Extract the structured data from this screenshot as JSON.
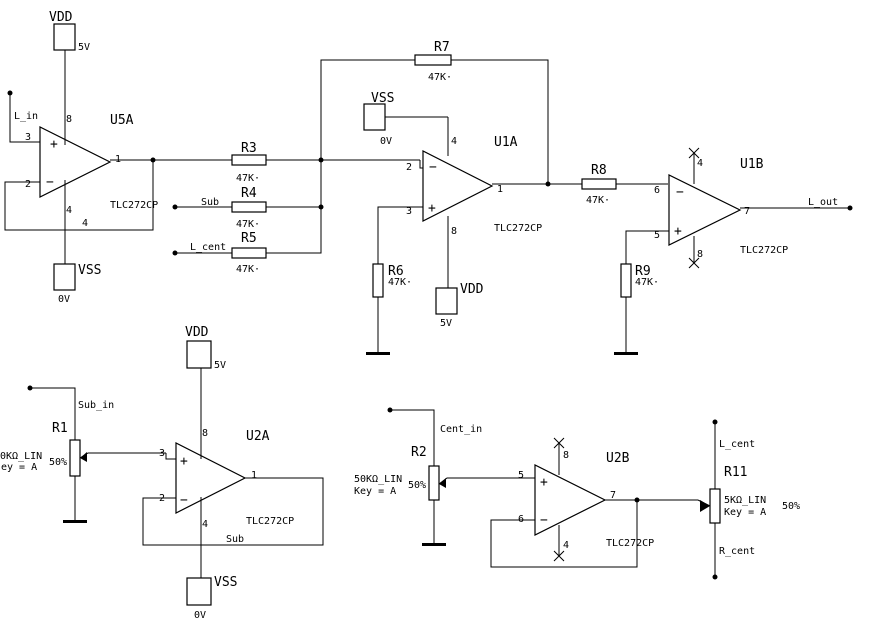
{
  "parts": {
    "u5a": {
      "name": "U5A",
      "model": "TLC272CP",
      "pins": [
        "3",
        "2",
        "1",
        "8",
        "4",
        "4"
      ]
    },
    "u1a": {
      "name": "U1A",
      "model": "TLC272CP",
      "pins": [
        "2",
        "3",
        "1",
        "4",
        "8"
      ]
    },
    "u1b": {
      "name": "U1B",
      "model": "TLC272CP",
      "pins": [
        "6",
        "5",
        "7",
        "4",
        "8"
      ]
    },
    "u2a": {
      "name": "U2A",
      "model": "TLC272CP",
      "pins": [
        "3",
        "2",
        "1",
        "8",
        "4"
      ]
    },
    "u2b": {
      "name": "U2B",
      "model": "TLC272CP",
      "pins": [
        "5",
        "6",
        "7",
        "8",
        "4"
      ]
    }
  },
  "resistors": {
    "r3": {
      "name": "R3",
      "value": "47K"
    },
    "r4": {
      "name": "R4",
      "value": "47K"
    },
    "r5": {
      "name": "R5",
      "value": "47K"
    },
    "r6": {
      "name": "R6",
      "value": "47K"
    },
    "r7": {
      "name": "R7",
      "value": "47K"
    },
    "r8": {
      "name": "R8",
      "value": "47K"
    },
    "r9": {
      "name": "R9",
      "value": "47K"
    }
  },
  "pots": {
    "r1": {
      "name": "R1",
      "value": "0KΩ_LIN",
      "key": "ey = A",
      "pct": "50%"
    },
    "r2": {
      "name": "R2",
      "value": "50KΩ_LIN",
      "key": "Key = A",
      "pct": "50%"
    },
    "r11": {
      "name": "R11",
      "value": "5KΩ_LIN",
      "key": "Key = A",
      "pct": "50%"
    }
  },
  "supplies": {
    "vdd": {
      "name": "VDD",
      "value": "5V"
    },
    "vss": {
      "name": "VSS",
      "value": "0V"
    }
  },
  "nets": {
    "l_in": "L_in",
    "sub": "Sub",
    "l_cent": "L_cent",
    "l_out": "L_out",
    "sub_in": "Sub_in",
    "cent_in": "Cent_in",
    "r_cent": "R_cent"
  },
  "polarity": {
    "plus": "+",
    "minus": "−"
  }
}
